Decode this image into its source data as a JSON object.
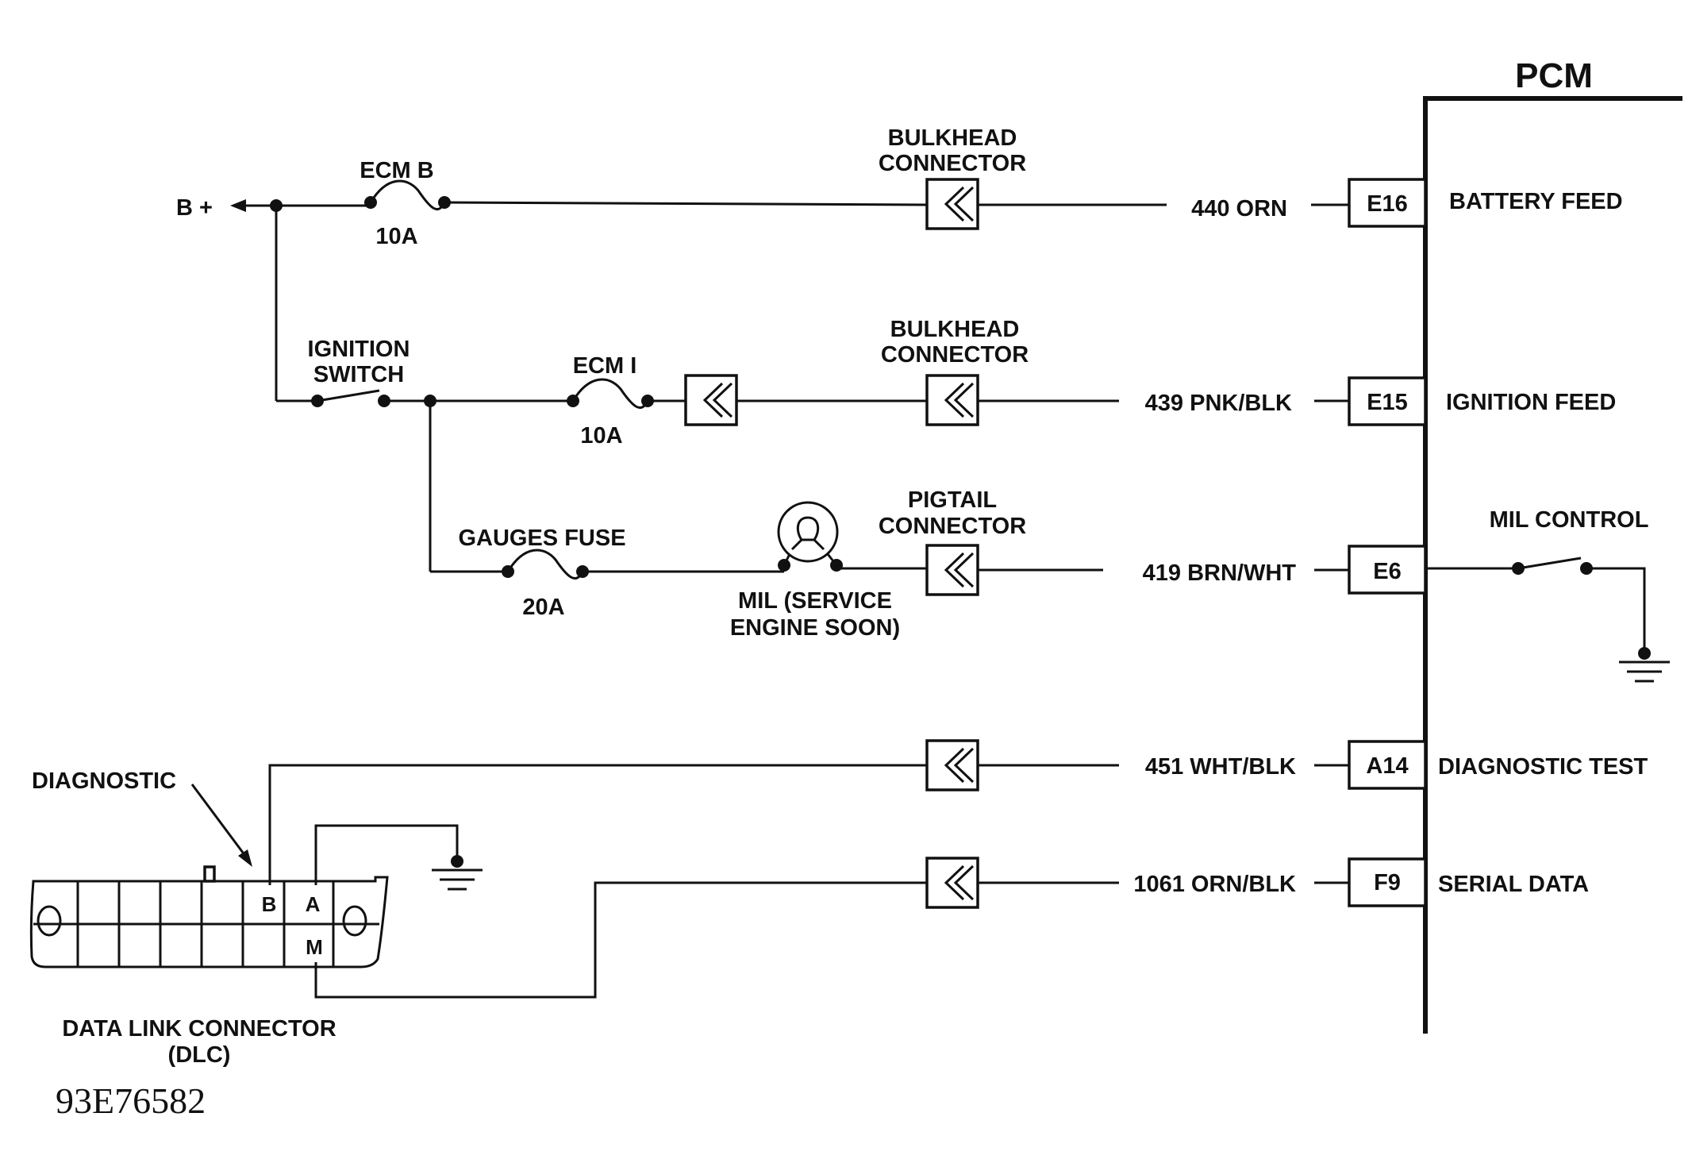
{
  "pcm": {
    "title": "PCM"
  },
  "supply": {
    "label": "B +"
  },
  "fuses": {
    "ecm_b": {
      "name": "ECM B",
      "rating": "10A"
    },
    "ecm_i": {
      "name": "ECM I",
      "rating": "10A"
    },
    "gauges": {
      "name": "GAUGES FUSE",
      "rating": "20A"
    }
  },
  "ignition_switch": {
    "line1": "IGNITION",
    "line2": "SWITCH"
  },
  "connectors": {
    "bulkhead_1": {
      "line1": "BULKHEAD",
      "line2": "CONNECTOR"
    },
    "bulkhead_2": {
      "line1": "BULKHEAD",
      "line2": "CONNECTOR"
    },
    "pigtail": {
      "line1": "PIGTAIL",
      "line2": "CONNECTOR"
    }
  },
  "mil": {
    "line1": "MIL (SERVICE",
    "line2": "ENGINE SOON)"
  },
  "mil_control": {
    "label": "MIL CONTROL"
  },
  "circuits": [
    {
      "wire": "440 ORN",
      "pin": "E16",
      "function": "BATTERY FEED"
    },
    {
      "wire": "439 PNK/BLK",
      "pin": "E15",
      "function": "IGNITION FEED"
    },
    {
      "wire": "419 BRN/WHT",
      "pin": "E6",
      "function": ""
    },
    {
      "wire": "451 WHT/BLK",
      "pin": "A14",
      "function": "DIAGNOSTIC TEST"
    },
    {
      "wire": "1061 ORN/BLK",
      "pin": "F9",
      "function": "SERIAL DATA"
    }
  ],
  "dlc": {
    "callout": "DIAGNOSTIC",
    "pins": {
      "b": "B",
      "a": "A",
      "m": "M"
    },
    "name_line1": "DATA LINK CONNECTOR",
    "name_line2": "(DLC)"
  },
  "figure_id": "93E76582"
}
